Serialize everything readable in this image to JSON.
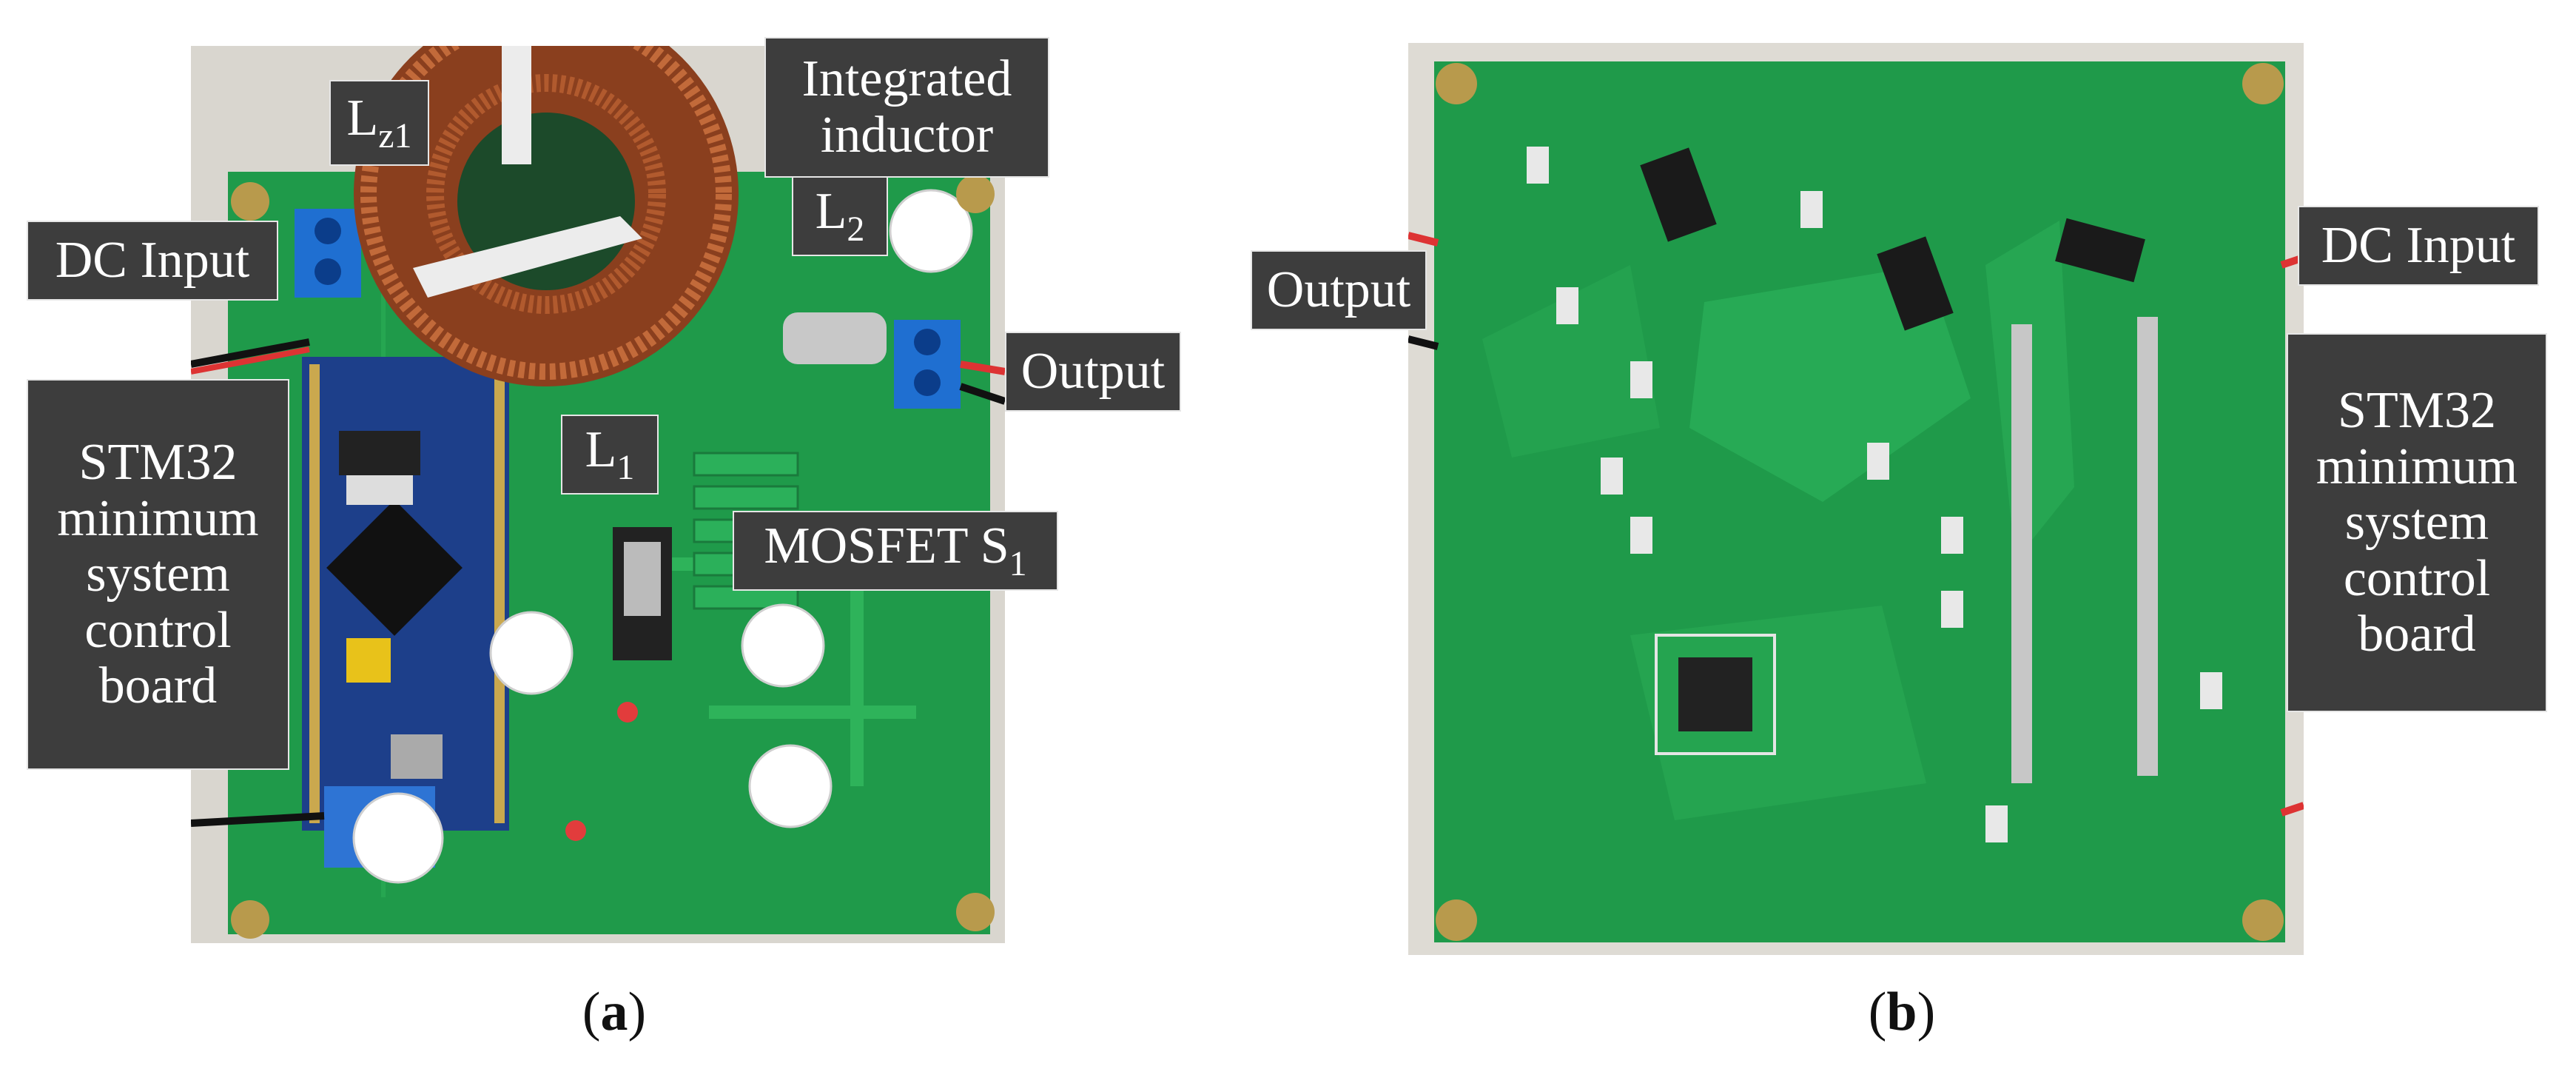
{
  "panel_a": {
    "caption_open": "(",
    "caption_letter": "a",
    "caption_close": ")",
    "labels": {
      "lz1_main": "L",
      "lz1_sub": "z1",
      "integrated_inductor_line1": "Integrated",
      "integrated_inductor_line2": "inductor",
      "l2_main": "L",
      "l2_sub": "2",
      "dc_input": "DC Input",
      "output": "Output",
      "l1_main": "L",
      "l1_sub": "1",
      "mosfet_main": "MOSFET S",
      "mosfet_sub": "1",
      "stm32_line1": "STM32",
      "stm32_line2": "minimum",
      "stm32_line3": "system",
      "stm32_line4": "control",
      "stm32_line5": "board"
    }
  },
  "panel_b": {
    "caption_open": "(",
    "caption_letter": "b",
    "caption_close": ")",
    "labels": {
      "output": "Output",
      "dc_input": "DC Input",
      "stm32_line1": "STM32",
      "stm32_line2": "minimum",
      "stm32_line3": "system",
      "stm32_line4": "control",
      "stm32_line5": "board"
    }
  },
  "colors": {
    "pcb_green": "#1f9a4a",
    "label_bg": "#3d3d3d",
    "copper": "#a8582e"
  }
}
